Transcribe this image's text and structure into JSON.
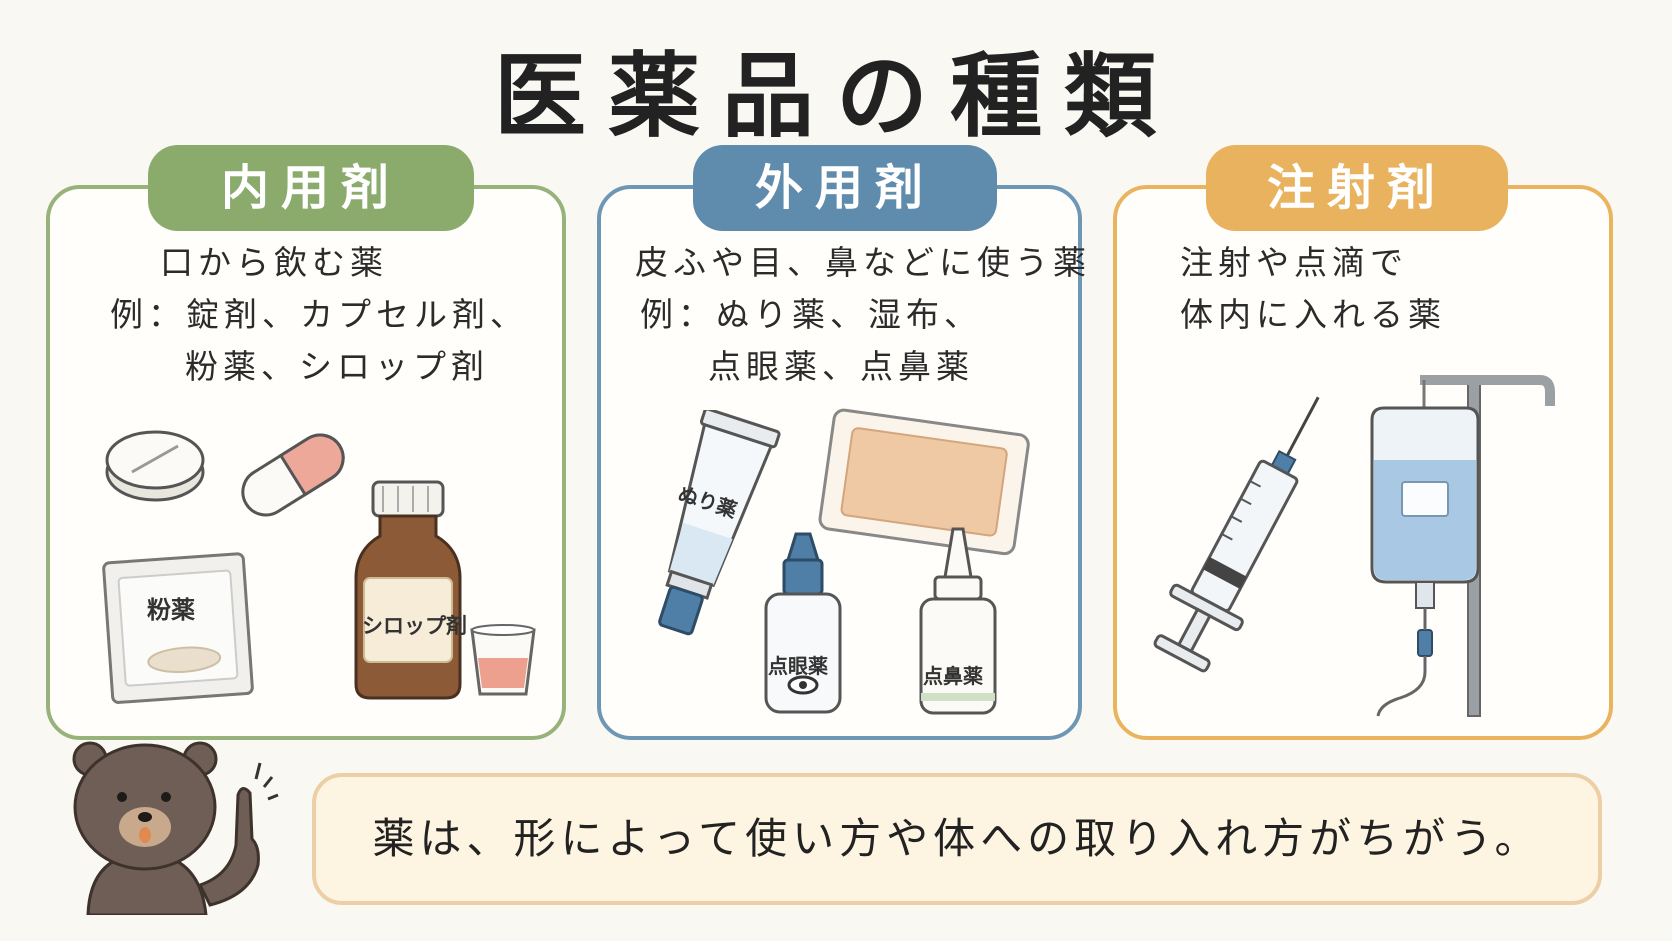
{
  "title": "医薬品の種類",
  "panels": [
    {
      "label": "内用剤",
      "description": "口から飲む薬",
      "example_line1": "例：錠剤、カプセル剤、",
      "example_line2": "粉薬、シロップ剤",
      "items": {
        "powder": "粉薬",
        "syrup": "シロップ剤"
      },
      "color": "#8aab6c"
    },
    {
      "label": "外用剤",
      "description": "皮ふや目、鼻などに使う薬",
      "example_line1": "例：ぬり薬、湿布、",
      "example_line2": "点眼薬、点鼻薬",
      "items": {
        "ointment": "ぬり薬",
        "eyedrops": "点眼薬",
        "nasal": "点鼻薬"
      },
      "color": "#5f8bad"
    },
    {
      "label": "注射剤",
      "description": "注射や点滴で",
      "description_line2": "体内に入れる薬",
      "color": "#e8b25e"
    }
  ],
  "message": "薬は、形によって使い方や体への取り入れ方がちがう。",
  "icons": [
    "tablet-icon",
    "capsule-icon",
    "powder-packet-icon",
    "syrup-bottle-icon",
    "measuring-cup-icon",
    "ointment-tube-icon",
    "poultice-icon",
    "eyedrop-bottle-icon",
    "nasal-spray-icon",
    "syringe-icon",
    "iv-drip-icon",
    "bear-mascot-icon"
  ]
}
